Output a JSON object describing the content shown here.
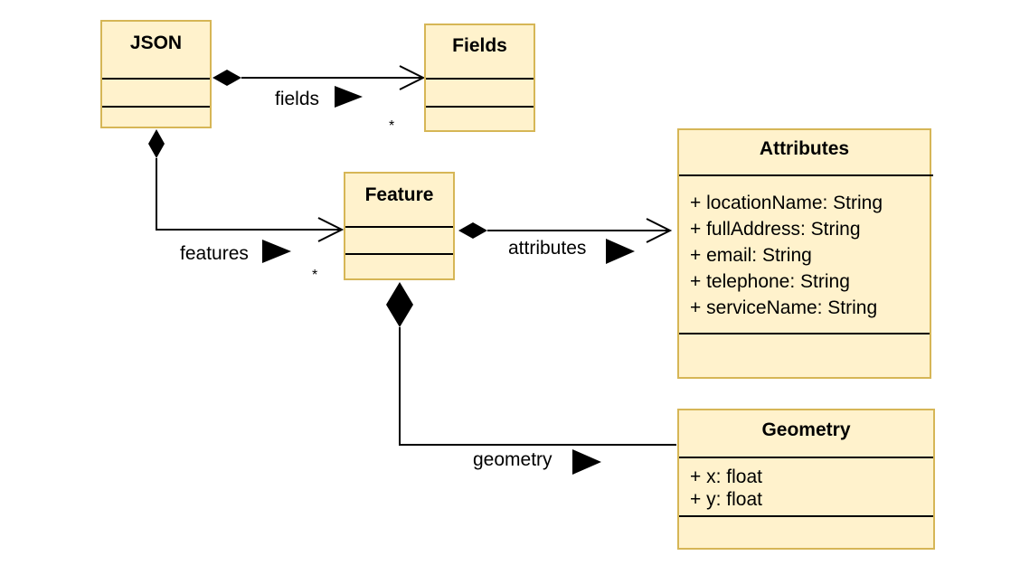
{
  "colors": {
    "box_fill": "#fff2cc",
    "box_border": "#d6b656",
    "line": "#000000"
  },
  "classes": {
    "json": {
      "name": "JSON",
      "attributes": []
    },
    "fields": {
      "name": "Fields",
      "attributes": []
    },
    "feature": {
      "name": "Feature",
      "attributes": []
    },
    "attributes": {
      "name": "Attributes",
      "attributes": [
        "+ locationName: String",
        "+ fullAddress: String",
        "+ email: String",
        "+ telephone: String",
        "+ serviceName: String"
      ]
    },
    "geometry": {
      "name": "Geometry",
      "attributes": [
        "+ x: float",
        "+ y: float"
      ]
    }
  },
  "associations": {
    "fields": {
      "label": "fields",
      "multiplicity": "*",
      "type": "composition",
      "direction_icon": "right-triangle"
    },
    "features": {
      "label": "features",
      "multiplicity": "*",
      "type": "composition",
      "direction_icon": "right-triangle"
    },
    "attributes": {
      "label": "attributes",
      "type": "composition",
      "direction_icon": "right-triangle"
    },
    "geometry": {
      "label": "geometry",
      "type": "composition",
      "direction_icon": "right-triangle"
    }
  }
}
